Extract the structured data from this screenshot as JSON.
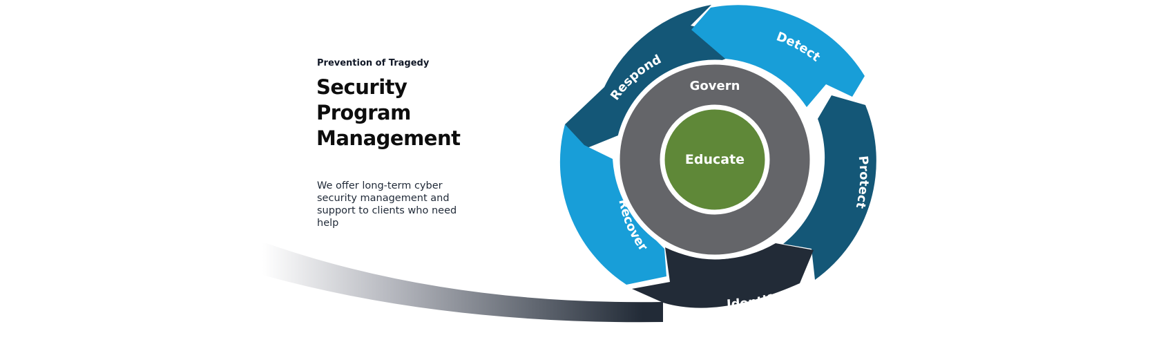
{
  "header": {
    "eyebrow": "Prevention of Tragedy",
    "title": "Security Program Management",
    "description": "We offer long-term cyber security management and support to clients who need help"
  },
  "cycle": {
    "segments": [
      {
        "label": "Respond",
        "color": "#145777"
      },
      {
        "label": "Detect",
        "color": "#189ed8"
      },
      {
        "label": "Protect",
        "color": "#145777"
      },
      {
        "label": "Identify",
        "color": "#222b37"
      },
      {
        "label": "Recover",
        "color": "#189ed8"
      }
    ],
    "ring": {
      "label": "Govern",
      "color": "#646569"
    },
    "core": {
      "label": "Educate",
      "color": "#5f8838"
    }
  },
  "swoosh": {
    "color_start": "#ffffff",
    "color_end": "#222b37"
  }
}
